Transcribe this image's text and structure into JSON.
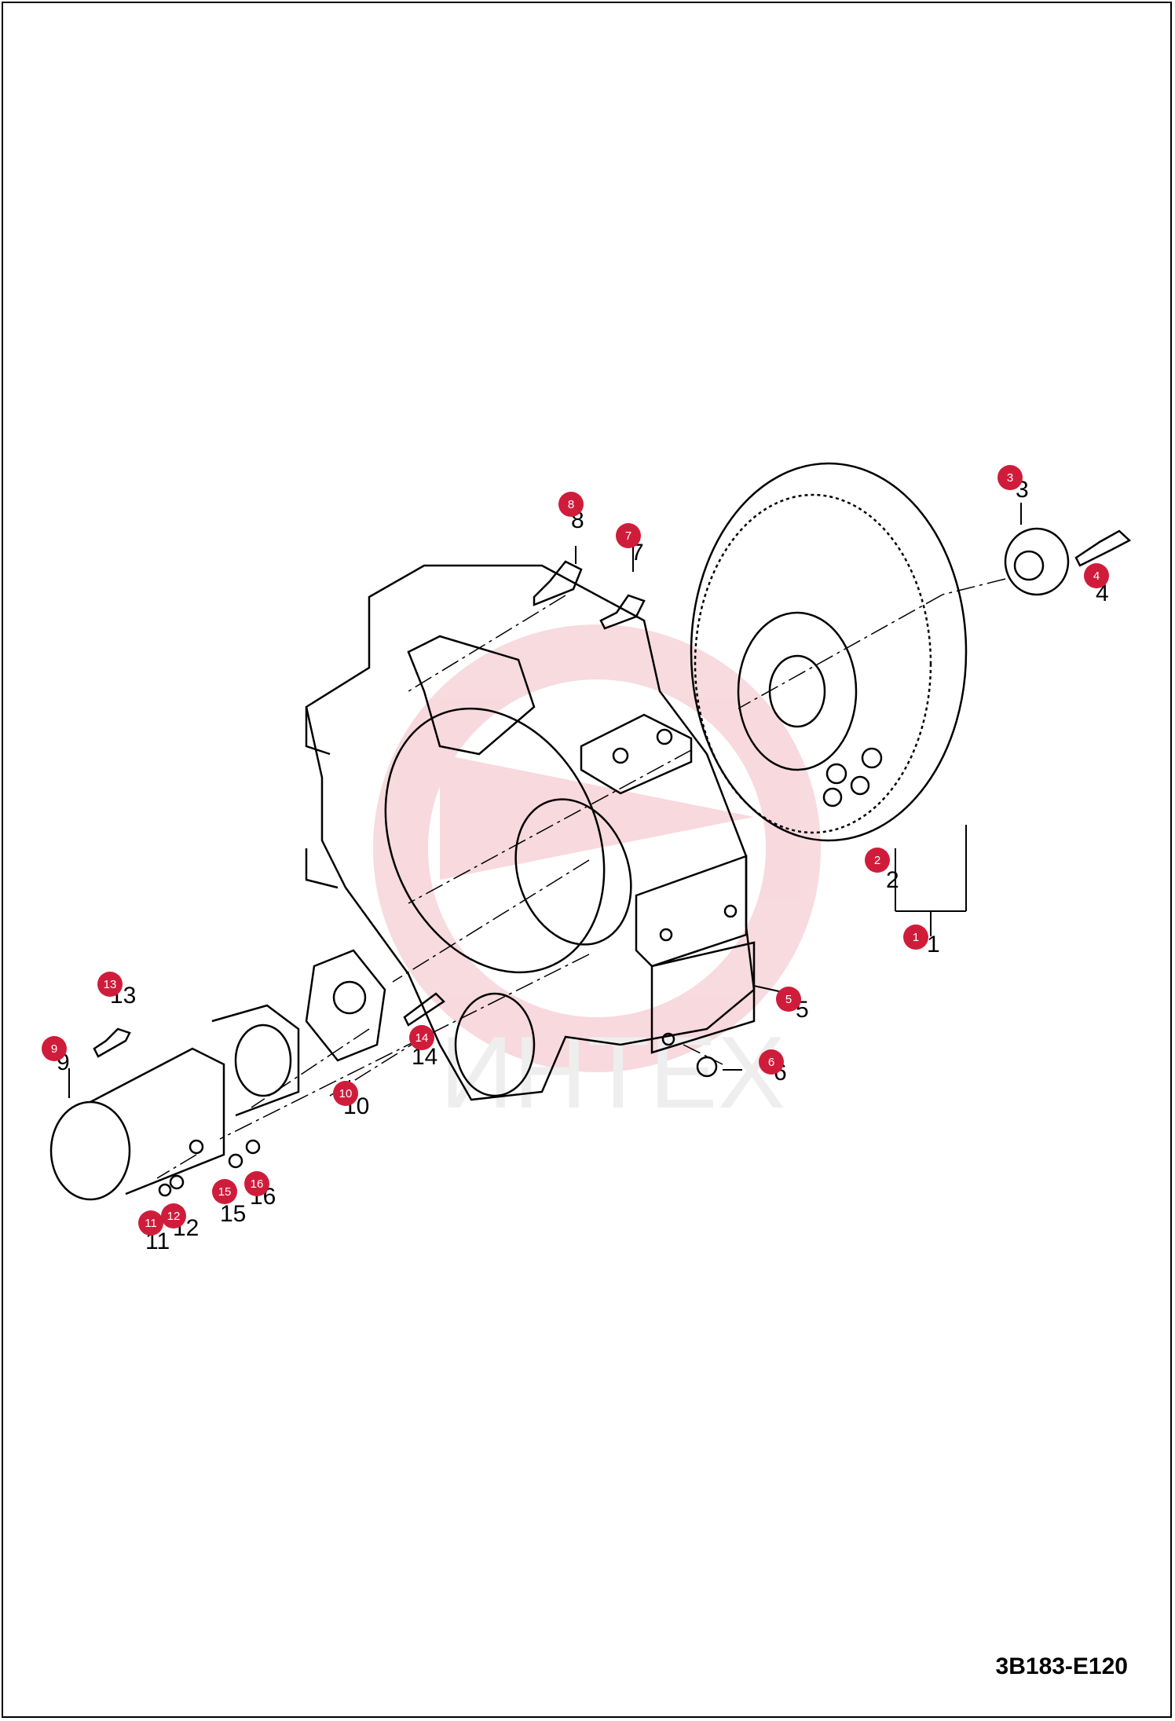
{
  "drawing": {
    "code": "3B183-E120",
    "watermark_text": "ИНТЕХ",
    "accent_color": "#d01c3b"
  },
  "parts": [
    {
      "id": "p1",
      "plain": "1",
      "bubble": "1"
    },
    {
      "id": "p2",
      "plain": "2",
      "bubble": "2"
    },
    {
      "id": "p3",
      "plain": "3",
      "bubble": "3"
    },
    {
      "id": "p4",
      "plain": "4",
      "bubble": "4"
    },
    {
      "id": "p5",
      "plain": "5",
      "bubble": "5"
    },
    {
      "id": "p6",
      "plain": "6",
      "bubble": "6"
    },
    {
      "id": "p7",
      "plain": "7",
      "bubble": "7"
    },
    {
      "id": "p8",
      "plain": "8",
      "bubble": "8"
    },
    {
      "id": "p9",
      "plain": "9",
      "bubble": "9"
    },
    {
      "id": "p10",
      "plain": "10",
      "bubble": "10"
    },
    {
      "id": "p11",
      "plain": "11",
      "bubble": "11"
    },
    {
      "id": "p12",
      "plain": "12",
      "bubble": "12"
    },
    {
      "id": "p13",
      "plain": "13",
      "bubble": "13"
    },
    {
      "id": "p14",
      "plain": "14",
      "bubble": "14"
    },
    {
      "id": "p15",
      "plain": "15",
      "bubble": "15"
    },
    {
      "id": "p16",
      "plain": "16",
      "bubble": "16"
    }
  ]
}
